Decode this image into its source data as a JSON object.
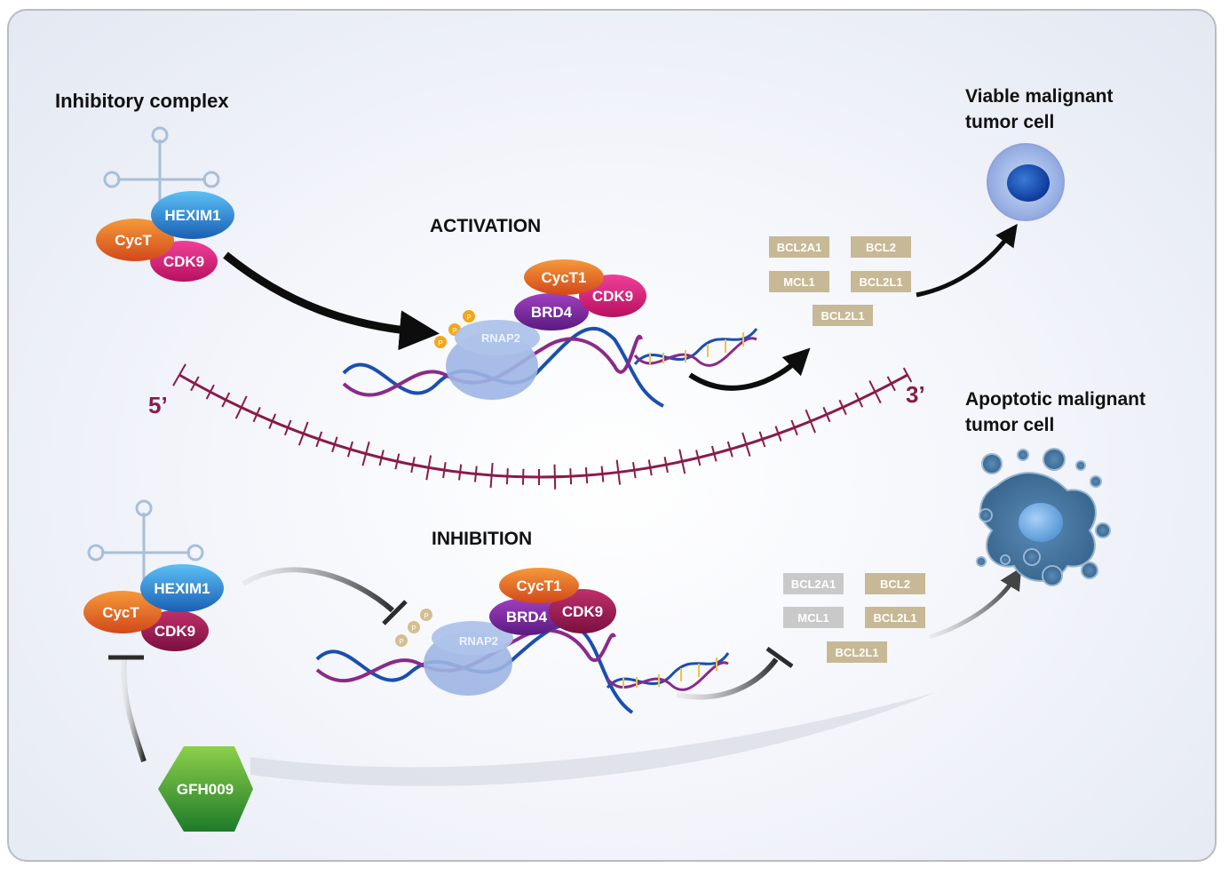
{
  "labels": {
    "inhibitory_complex": "Inhibitory complex",
    "activation": "ACTIVATION",
    "inhibition": "INHIBITION",
    "viable_line1": "Viable malignant",
    "viable_line2": "tumor cell",
    "apoptotic_line1": "Apoptotic malignant",
    "apoptotic_line2": "tumor cell",
    "five_prime": "5’",
    "three_prime": "3’",
    "drug": "GFH009"
  },
  "top_complex": {
    "hexim": "HEXIM1",
    "cyc": "CycT",
    "cdk": "CDK9"
  },
  "bottom_complex": {
    "hexim": "HEXIM1",
    "cyc": "CycT",
    "cdk": "CDK9"
  },
  "activation_complex": {
    "cyct1": "CycT1",
    "cdk9": "CDK9",
    "brd4": "BRD4",
    "rnap": "RNAP2"
  },
  "inhibition_complex": {
    "cyct1": "CycT1",
    "cdk9": "CDK9",
    "brd4": "BRD4",
    "rnap": "RNAP2"
  },
  "phosphate": "P",
  "genes_active": [
    "BCL2A1",
    "BCL2",
    "MCL1",
    "BCL2L1",
    "BCL2L1"
  ],
  "genes_inhibited": [
    "BCL2A1",
    "BCL2",
    "MCL1",
    "BCL2L1",
    "BCL2L1"
  ],
  "colors": {
    "hexim": "#1e7fd0",
    "cyc": "#e8661c",
    "cdk": "#d81b74",
    "brd4": "#7a2a9a",
    "rnap": "#9db5e3",
    "gene_active": "#c7b896",
    "gene_inhibited": "#c9c9c9",
    "drug": "#3a9a2a",
    "strand": "#8a1a4a",
    "phosphate": "#f2a81d"
  }
}
